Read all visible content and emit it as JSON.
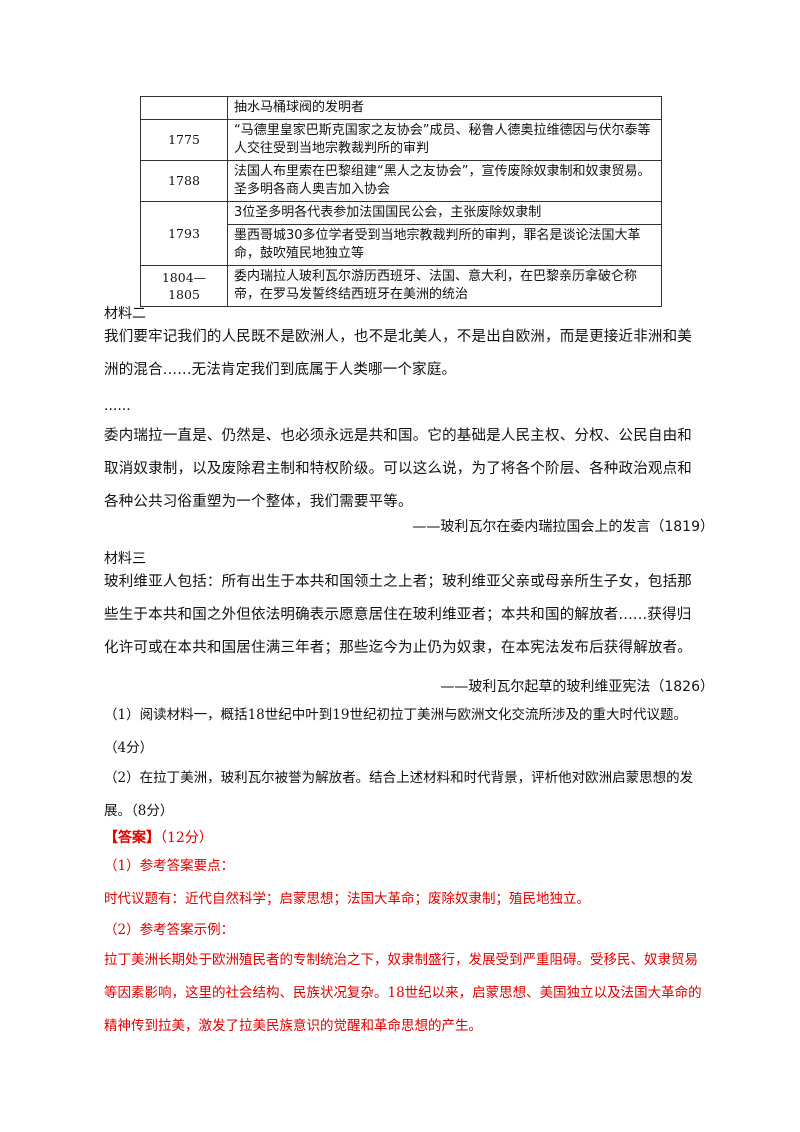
{
  "table": {
    "rows": [
      {
        "year": "",
        "events": [
          "抽水马桶球阀的发明者"
        ]
      },
      {
        "year": "1775",
        "events": [
          "“马德里皇家巴斯克国家之友协会”成员、秘鲁人德奥拉维德因与伏尔泰等人交往受到当地宗教裁判所的审判"
        ]
      },
      {
        "year": "1788",
        "events": [
          "法国人布里索在巴黎组建“黑人之友协会”，宣传废除奴隶制和奴隶贸易。圣多明各商人奥吉加入协会"
        ]
      },
      {
        "year": "1793",
        "events": [
          "3位圣多明各代表参加法国国民公会，主张废除奴隶制",
          "墨西哥城30多位学者受到当地宗教裁判所的审判，罪名是谈论法国大革命，鼓吹殖民地独立等"
        ]
      },
      {
        "year": "1804—1805",
        "events": [
          "委内瑞拉人玻利瓦尔游历西班牙、法国、意大利，在巴黎亲历拿破仑称帝，在罗马发誓终结西班牙在美洲的统治"
        ]
      }
    ]
  },
  "material2": {
    "label": "材料二",
    "p1": "我们要牢记我们的人民既不是欧洲人，也不是北美人，不是出自欧洲，而是更接近非洲和美洲的混合......无法肯定我们到底属于人类哪一个家庭。",
    "ellipsis": "......",
    "p2": "委内瑞拉一直是、仍然是、也必须永远是共和国。它的基础是人民主权、分权、公民自由和取消奴隶制，以及废除君主制和特权阶级。可以这么说，为了将各个阶层、各种政治观点和各种公共习俗重塑为一个整体，我们需要平等。",
    "source": "——玻利瓦尔在委内瑞拉国会上的发言（1819）"
  },
  "material3": {
    "label": "材料三",
    "p1": "玻利维亚人包括：所有出生于本共和国领土之上者；玻利维亚父亲或母亲所生子女，包括那些生于本共和国之外但依法明确表示愿意居住在玻利维亚者；本共和国的解放者......获得归化许可或在本共和国居住满三年者；那些迄今为止仍为奴隶，在本宪法发布后获得解放者。",
    "source": "——玻利瓦尔起草的玻利维亚宪法（1826）"
  },
  "questions": {
    "q1": "（1）阅读材料一，概括18世纪中叶到19世纪初拉丁美洲与欧洲文化交流所涉及的重大时代议题。",
    "q1_score": "（4分）",
    "q2": "（2）在拉丁美洲，玻利瓦尔被誉为解放者。结合上述材料和时代背景，评析他对欧洲启蒙思想的发展。（8分）"
  },
  "answer": {
    "tag": "【答案】",
    "score": "（12分）",
    "a1_title": "（1）参考答案要点：",
    "a1_text": "时代议题有：近代自然科学；启蒙思想；法国大革命；废除奴隶制；殖民地独立。",
    "a2_title": "（2）参考答案示例：",
    "a2_text": "拉丁美洲长期处于欧洲殖民者的专制统治之下，奴隶制盛行，发展受到严重阻碍。受移民、奴隶贸易等因素影响，这里的社会结构、民族状况复杂。18世纪以来，启蒙思想、美国独立以及法国大革命的精神传到拉美，激发了拉美民族意识的觉醒和革命思想的产生。"
  }
}
